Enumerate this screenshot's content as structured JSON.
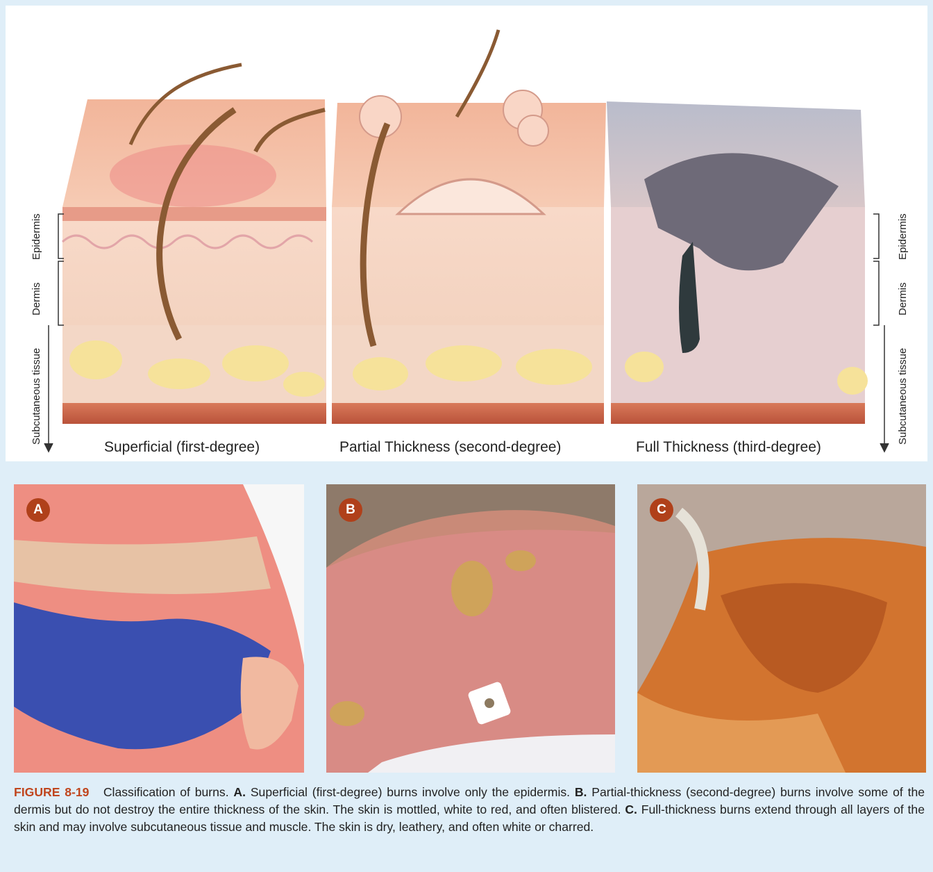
{
  "diagram": {
    "panels": [
      {
        "label": "Superficial (first-degree)"
      },
      {
        "label": "Partial Thickness (second-degree)"
      },
      {
        "label": "Full Thickness (third-degree)"
      }
    ],
    "layers_left": [
      "Epidermis",
      "Dermis",
      "Subcutaneous tissue"
    ],
    "layers_right": [
      "Epidermis",
      "Dermis",
      "Subcutaneous tissue"
    ]
  },
  "photos": [
    {
      "badge": "A"
    },
    {
      "badge": "B"
    },
    {
      "badge": "C"
    }
  ],
  "caption": {
    "figure": "FIGURE 8-19",
    "intro": "Classification of burns.",
    "a_label": "A.",
    "a_text": "Superficial (first-degree) burns involve only the epidermis.",
    "b_label": "B.",
    "b_text": "Partial-thickness (second-degree) burns involve some of the dermis but do not destroy the entire thickness of the skin. The skin is mottled, white to red, and often blistered.",
    "c_label": "C.",
    "c_text": "Full-thickness burns extend through all layers of the skin and may involve subcutaneous tissue and muscle. The skin is dry, leathery, and often white or charred."
  },
  "colors": {
    "accent": "#c0461e",
    "badge": "#b0401a",
    "background": "#dfeef8"
  }
}
